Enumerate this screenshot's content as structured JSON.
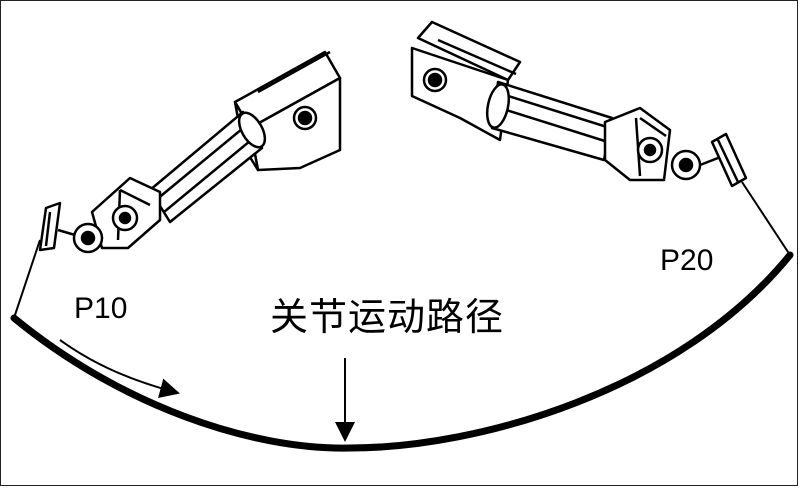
{
  "labels": {
    "p10": "P10",
    "p20": "P20",
    "path": "关节运动路径"
  },
  "colors": {
    "line": "#000000",
    "background": "#ffffff"
  }
}
